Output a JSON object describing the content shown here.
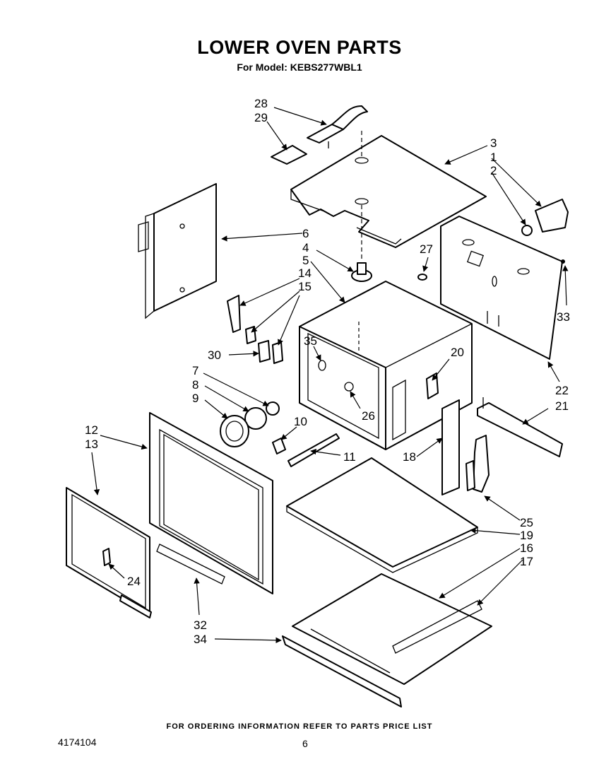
{
  "header": {
    "title": "LOWER OVEN PARTS",
    "subtitle": "For Model: KEBS277WBL1"
  },
  "footer": {
    "note": "FOR ORDERING INFORMATION REFER TO PARTS PRICE LIST",
    "document_number": "4174104",
    "page_number": "6"
  },
  "callouts": {
    "c1": "1",
    "c2": "2",
    "c3": "3",
    "c4": "4",
    "c5": "5",
    "c6": "6",
    "c7": "7",
    "c8": "8",
    "c9": "9",
    "c10": "10",
    "c11": "11",
    "c12": "12",
    "c13": "13",
    "c14": "14",
    "c15": "15",
    "c16": "16",
    "c17": "17",
    "c18": "18",
    "c19": "19",
    "c20": "20",
    "c21": "21",
    "c22": "22",
    "c24": "24",
    "c25": "25",
    "c26": "26",
    "c27": "27",
    "c28": "28",
    "c29": "29",
    "c30": "30",
    "c32": "32",
    "c33": "33",
    "c34": "34",
    "c35": "35"
  }
}
